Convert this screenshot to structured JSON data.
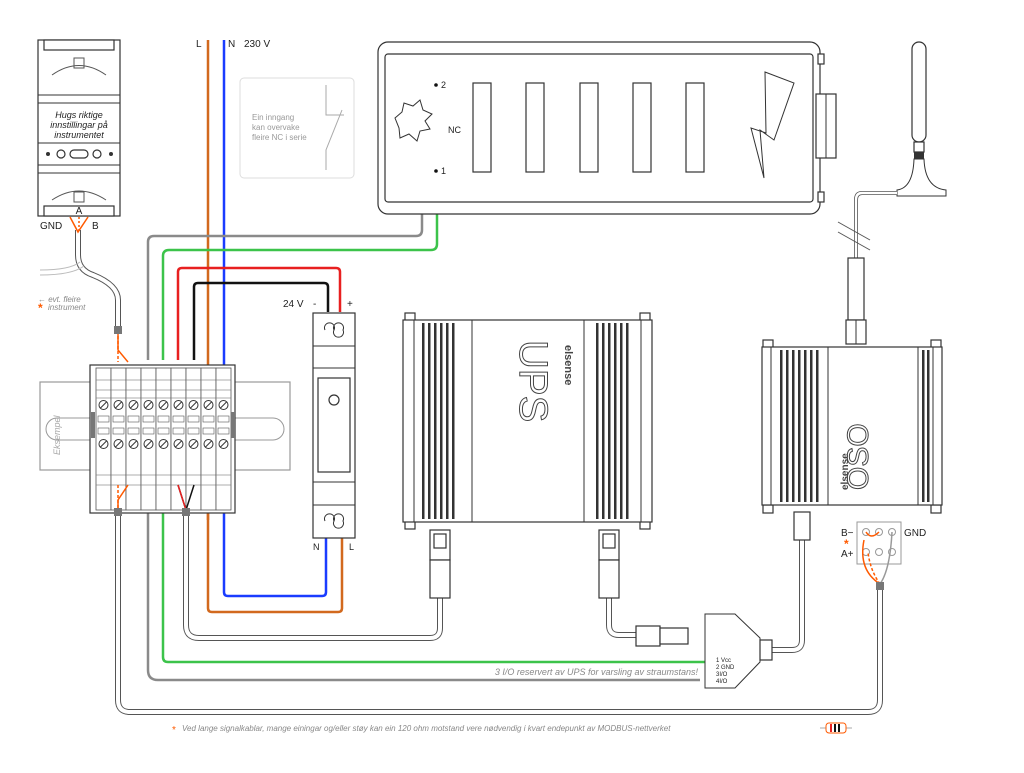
{
  "meter": {
    "note": "Hugs riktige innstillingar på instrumentet",
    "note_lines": [
      "Hugs riktige",
      "innstillingar på",
      "instrumentet"
    ],
    "terminal_a": "A",
    "terminal_gnd": "GND",
    "terminal_b": "B"
  },
  "mains": {
    "l_label": "L",
    "n_label": "N",
    "voltage_label": "230 V"
  },
  "nc_info_box": {
    "lines": [
      "Ein inngang",
      "kan overvake",
      "fleire NC i serie"
    ]
  },
  "nc_device": {
    "label": "NC",
    "pin_2": "2",
    "pin_1": "1"
  },
  "more_instruments": {
    "line1": "← evt. fleire",
    "line2": "instrument",
    "asterisk": "*"
  },
  "din_rail": {
    "label": "Eksempel",
    "terminal_count": 9
  },
  "psu": {
    "voltage_label": "24 V",
    "minus": "-",
    "plus": "+",
    "n_label": "N",
    "l_label": "L"
  },
  "ups": {
    "name": "UPS",
    "brand": "elsense"
  },
  "oso": {
    "name": "OSO",
    "brand": "elsense",
    "b_minus": "B−",
    "a_plus": "A+",
    "gnd": "GND",
    "asterisk": "*"
  },
  "splitter": {
    "pins": [
      "1 Vcc",
      "2 GND",
      "3I/O",
      "4I/O"
    ]
  },
  "notes": {
    "io_reserved": "3 I/O reservert av UPS for varsling av straumstans!",
    "footnote_star": "*",
    "footnote": "Ved lange signalkablar, mange einingar og/eller støy kan ein 120 ohm motstand vere nødvendig i kvart endepunkt av MODBUS-nettverket"
  },
  "colors": {
    "live": "#d2691e",
    "neutral": "#1a3cff",
    "plus24": "#e82020",
    "minus24": "#111111",
    "green": "#3cc34a",
    "gray": "#8a8a8a",
    "orange_signal": "#ff5a00"
  }
}
